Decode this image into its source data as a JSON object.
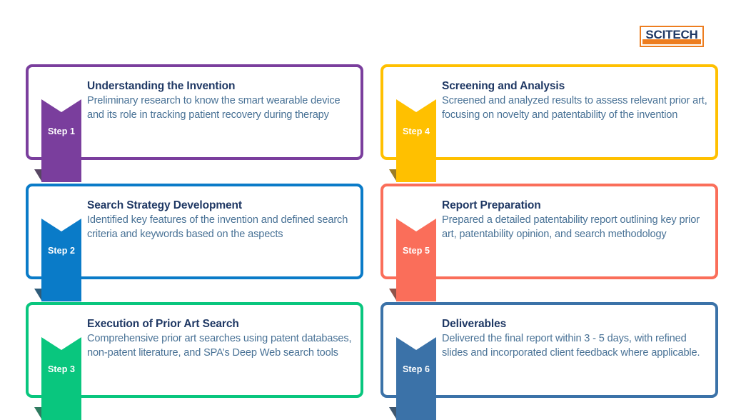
{
  "logo": {
    "name": "SCITECH",
    "border_color": "#ED7D1F",
    "text_color": "#1F3864",
    "bar_color": "#ED7D1F"
  },
  "theme": {
    "title_color": "#1F3864",
    "body_color": "#497296",
    "background": "#FFFFFF"
  },
  "steps": [
    {
      "badge": "Step 1",
      "title": "Understanding the Invention",
      "description": "Preliminary research to know the smart wearable device and its role in tracking patient recovery during therapy",
      "color": "#7A3E9D",
      "shadow": "#3B2748"
    },
    {
      "badge": "Step 2",
      "title": "Search Strategy Development",
      "description": "Identified key features of the invention and defined search criteria and keywords based on the aspects",
      "color": "#0A7BC8",
      "shadow": "#0A3F63"
    },
    {
      "badge": "Step 3",
      "title": "Execution of Prior Art Search",
      "description": "Comprehensive prior art searches using patent databases, non-patent literature, and SPA’s Deep Web search tools",
      "color": "#09C67E",
      "shadow": "#0B6444"
    },
    {
      "badge": "Step 4",
      "title": "Screening and Analysis",
      "description": "Screened and analyzed results to assess relevant prior art, focusing on novelty and patentability of the invention",
      "color": "#FFC000",
      "shadow": "#8A6600"
    },
    {
      "badge": "Step 5",
      "title": "Report Preparation",
      "description": "Prepared a detailed patentability report outlining key prior art, patentability opinion, and search methodology",
      "color": "#FA6E5A",
      "shadow": "#7D3529"
    },
    {
      "badge": "Step 6",
      "title": "Deliverables",
      "description": "Delivered the final report within 3 - 5 days, with refined slides and incorporated client feedback where applicable.",
      "color": "#3B72A8",
      "shadow": "#1D3A56"
    }
  ]
}
